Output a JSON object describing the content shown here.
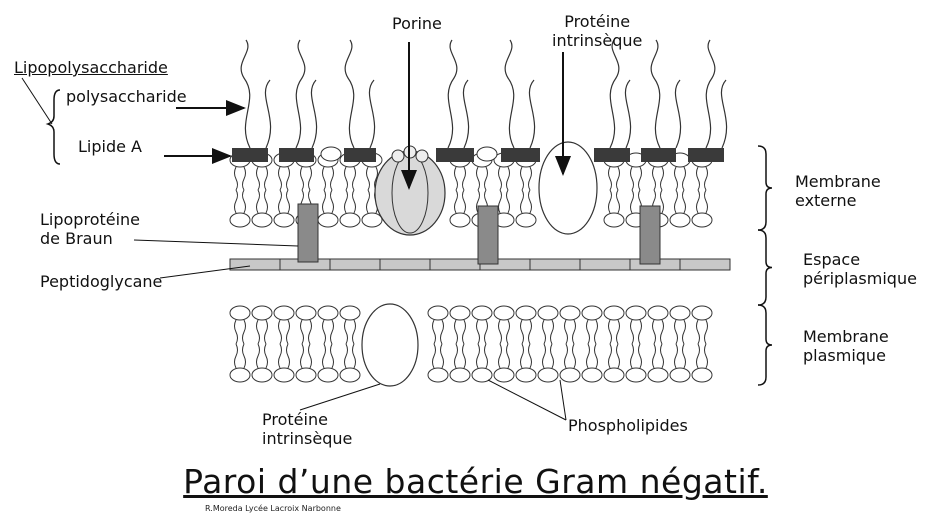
{
  "labels": {
    "lipopolysaccharide": "Lipopolysaccharide",
    "polysaccharide": "polysaccharide",
    "lipide_a": "Lipide A",
    "porine": "Porine",
    "proteine_intrinseque_top": [
      "Protéine",
      "intrinsèque"
    ],
    "lipoproteine_braun": [
      "Lipoprotéine",
      "de Braun"
    ],
    "peptidoglycane": "Peptidoglycane",
    "membrane_externe": [
      "Membrane",
      "externe"
    ],
    "espace_periplasmique": [
      "Espace",
      "périplasmique"
    ],
    "membrane_plasmique": [
      "Membrane",
      "plasmique"
    ],
    "proteine_intrinseque_bottom": [
      "Protéine",
      "intrinsèque"
    ],
    "phospholipides": "Phospholipides"
  },
  "title": "Paroi d’une bactérie Gram négatif.",
  "credit": "R.Moreda Lycée Lacroix Narbonne",
  "colors": {
    "lipid_a": "#3a3a3a",
    "porin": "#d9d9d9",
    "lipoprotein": "#8a8a8a",
    "peptidoglycan": "#c8c8c8",
    "line": "#333333"
  }
}
